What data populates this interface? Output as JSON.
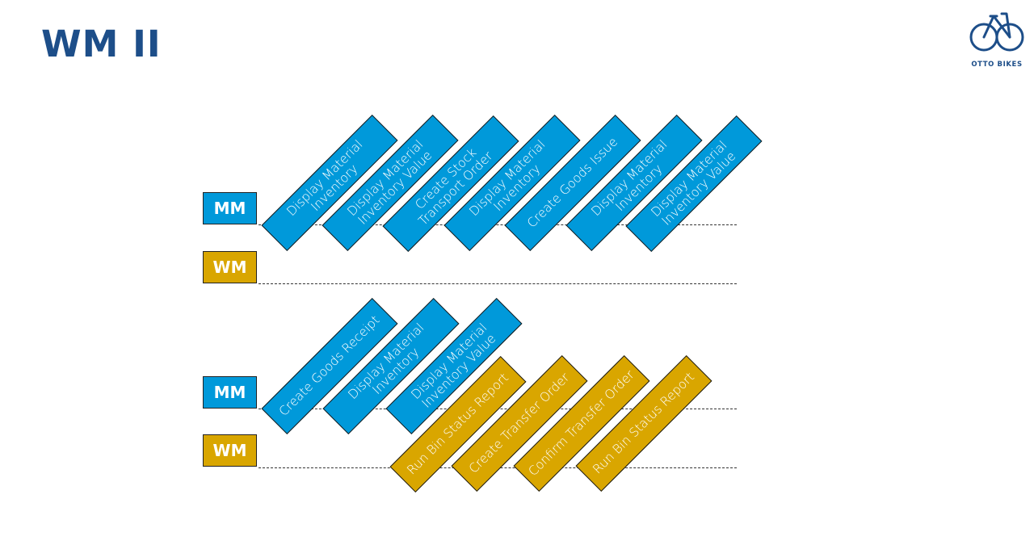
{
  "title": "WM II",
  "brand": {
    "name": "OTTO BIKES",
    "icon": "bicycle-icon",
    "color": "#1d4e89"
  },
  "colors": {
    "mm": "#0099da",
    "wm": "#d9a600",
    "title": "#1d4e89"
  },
  "panels": [
    {
      "lanes": [
        {
          "label": "MM"
        },
        {
          "label": "WM"
        }
      ],
      "steps": [
        {
          "text": "Display Material\nInventory",
          "lane": "MM"
        },
        {
          "text": "Display Material\nInventory Value",
          "lane": "MM"
        },
        {
          "text": "Create Stock\nTransport Order",
          "lane": "MM"
        },
        {
          "text": "Display Material\nInventory",
          "lane": "MM"
        },
        {
          "text": "Create Goods Issue",
          "lane": "MM"
        },
        {
          "text": "Display Material\nInventory",
          "lane": "MM"
        },
        {
          "text": "Display Material\nInventory Value",
          "lane": "MM"
        }
      ]
    },
    {
      "lanes": [
        {
          "label": "MM"
        },
        {
          "label": "WM"
        }
      ],
      "steps": [
        {
          "text": "Create Goods Receipt",
          "lane": "MM"
        },
        {
          "text": "Display Material\nInventory",
          "lane": "MM"
        },
        {
          "text": "Display Material\nInventory Value",
          "lane": "MM"
        },
        {
          "text": "Run Bin Status Report",
          "lane": "WM"
        },
        {
          "text": "Create Transfer Order",
          "lane": "WM"
        },
        {
          "text": "Confirm Transfer Order",
          "lane": "WM"
        },
        {
          "text": "Run Bin Status Report",
          "lane": "WM"
        }
      ]
    }
  ]
}
